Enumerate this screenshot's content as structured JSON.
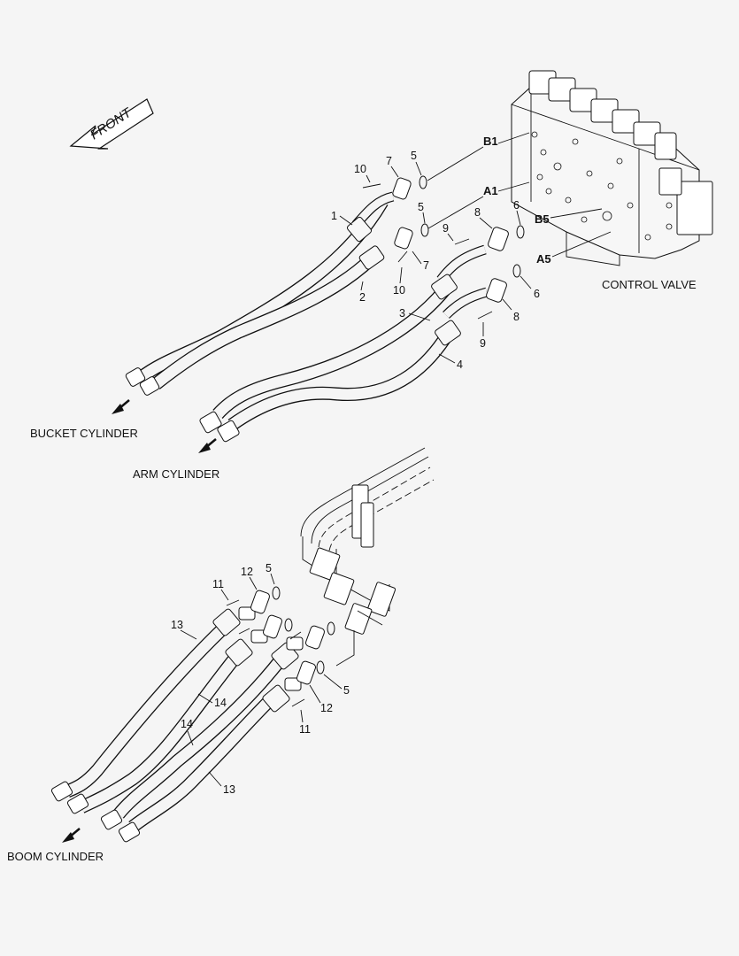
{
  "direction_label": "FRONT",
  "component_labels": {
    "control_valve": "CONTROL VALVE",
    "bucket_cylinder": "BUCKET CYLINDER",
    "arm_cylinder": "ARM CYLINDER",
    "boom_cylinder": "BOOM CYLINDER"
  },
  "port_labels": {
    "b1": "B1",
    "a1": "A1",
    "b5": "B5",
    "a5": "A5"
  },
  "callouts_top": {
    "c1": "1",
    "c2": "2",
    "c3": "3",
    "c4": "4",
    "c5a": "5",
    "c5b": "5",
    "c6a": "6",
    "c6b": "6",
    "c7a": "7",
    "c7b": "7",
    "c8a": "8",
    "c8b": "8",
    "c9a": "9",
    "c9b": "9",
    "c10a": "10",
    "c10b": "10"
  },
  "callouts_bottom": {
    "c11a": "11",
    "c11b": "11",
    "c12a": "12",
    "c12b": "12",
    "c5c": "5",
    "c5d": "5",
    "c13a": "13",
    "c13b": "13",
    "c14a": "14",
    "c14b": "14"
  }
}
